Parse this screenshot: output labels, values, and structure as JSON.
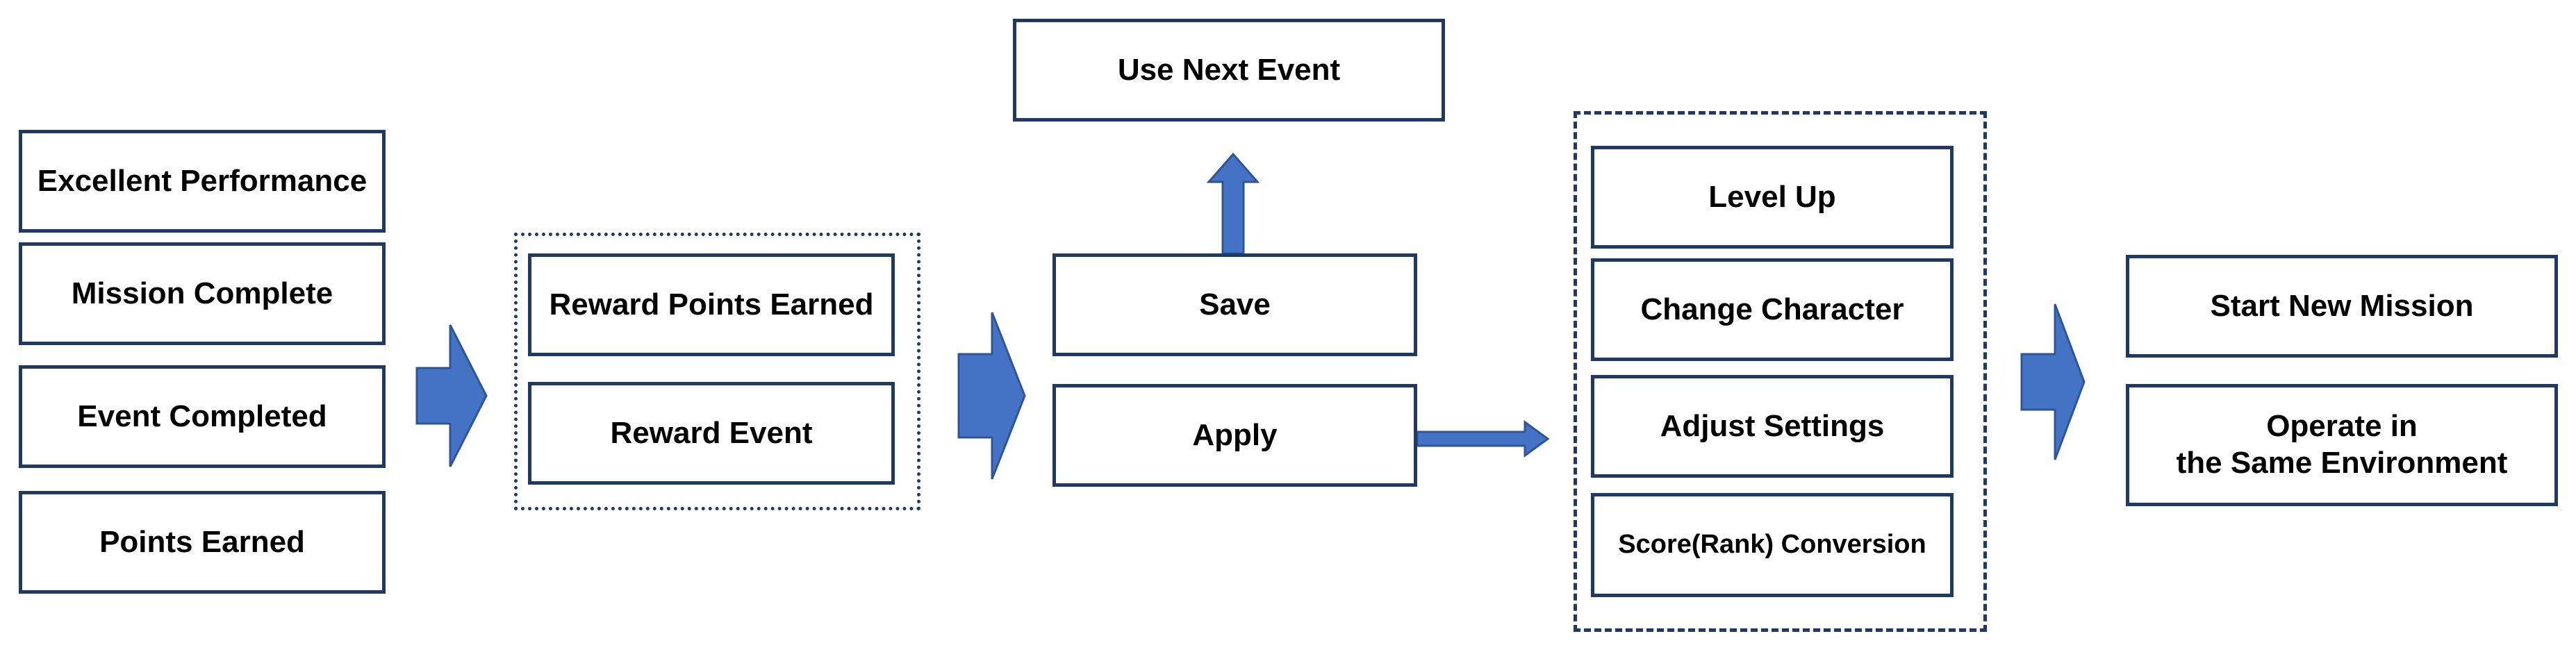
{
  "column1": {
    "items": [
      "Excellent Performance",
      "Mission Complete",
      "Event Completed",
      "Points Earned"
    ]
  },
  "column2": {
    "items": [
      "Reward Points Earned",
      "Reward Event"
    ]
  },
  "column3": {
    "top": "Use Next Event",
    "save": "Save",
    "apply": "Apply"
  },
  "column4": {
    "items": [
      "Level Up",
      "Change Character",
      "Adjust Settings",
      "Score(Rank) Conversion"
    ]
  },
  "column5": {
    "start": "Start New Mission",
    "operate_line1": "Operate in",
    "operate_line2": "the Same Environment"
  },
  "colors": {
    "box_border": "#1f3864",
    "arrow_fill": "#4472c4",
    "arrow_stroke": "#2f5597"
  }
}
